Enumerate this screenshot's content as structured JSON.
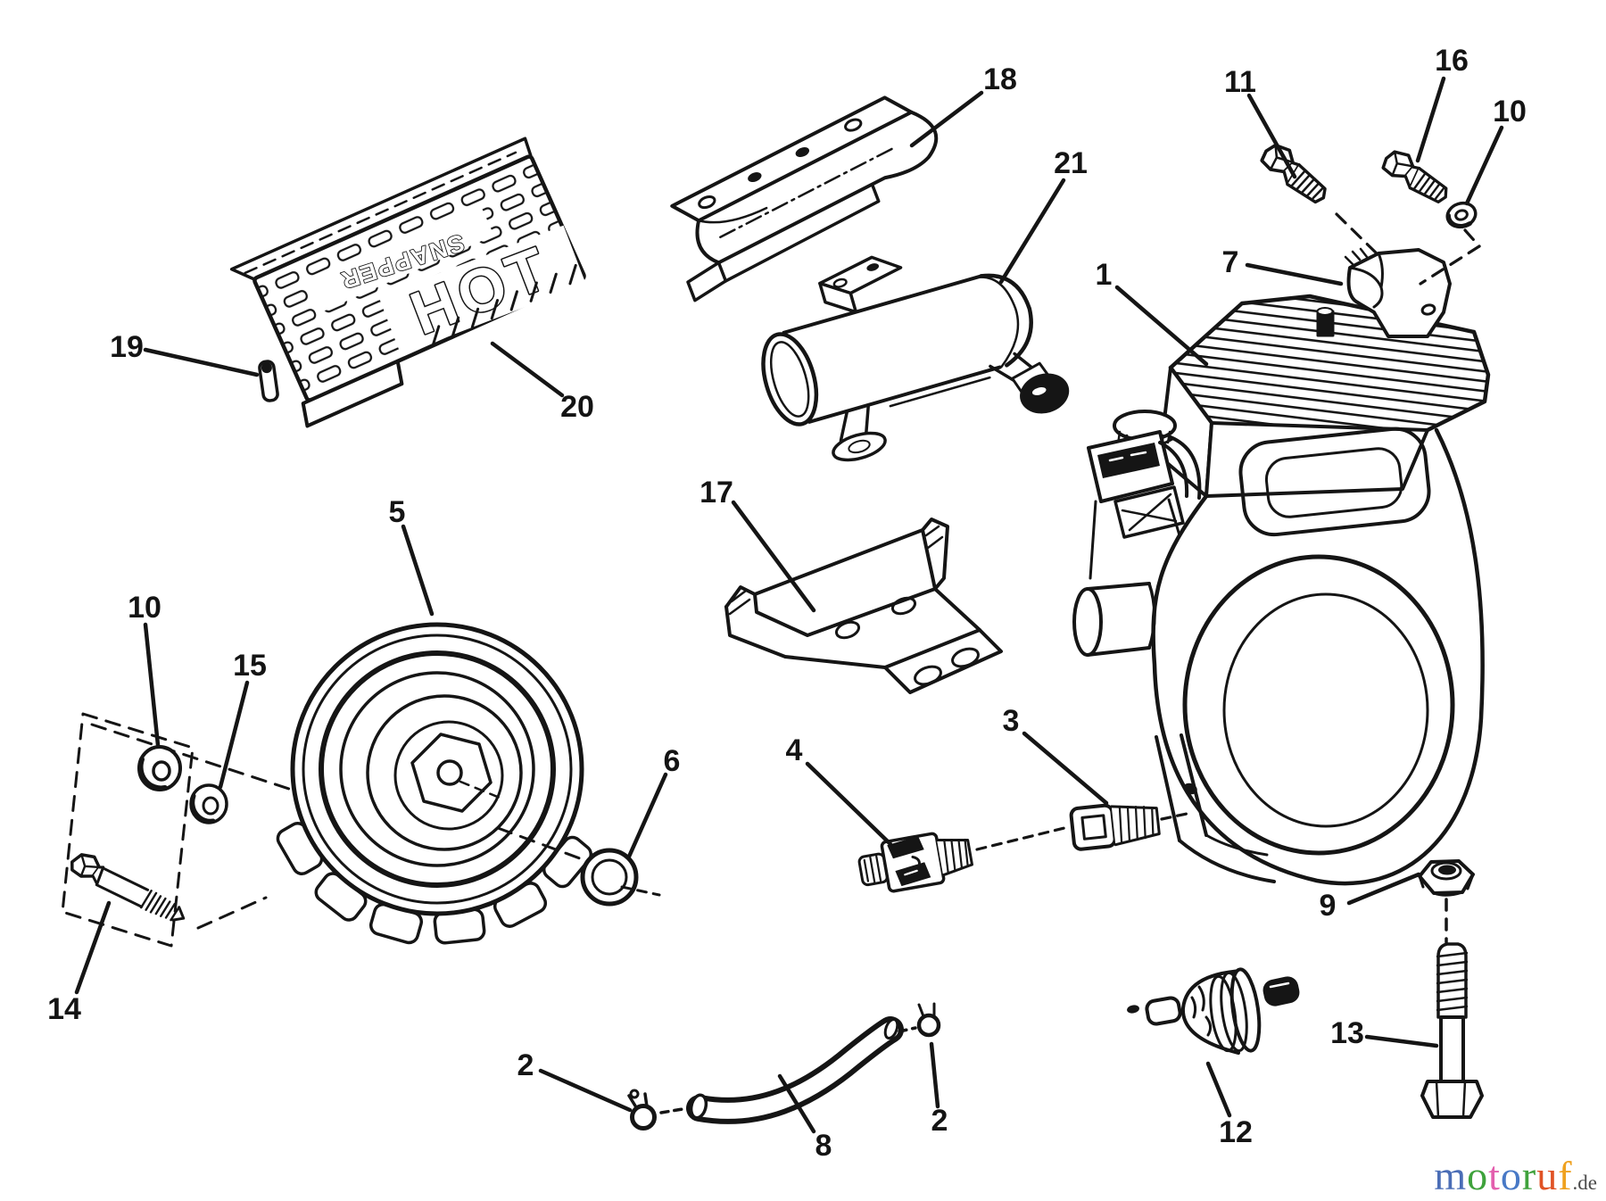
{
  "callouts": [
    {
      "label": "18"
    },
    {
      "label": "21"
    },
    {
      "label": "11"
    },
    {
      "label": "16"
    },
    {
      "label": "10"
    },
    {
      "label": "7"
    },
    {
      "label": "1"
    },
    {
      "label": "19"
    },
    {
      "label": "20"
    },
    {
      "label": "5"
    },
    {
      "label": "10"
    },
    {
      "label": "15"
    },
    {
      "label": "17"
    },
    {
      "label": "6"
    },
    {
      "label": "14"
    },
    {
      "label": "4"
    },
    {
      "label": "3"
    },
    {
      "label": "9"
    },
    {
      "label": "13"
    },
    {
      "label": "2"
    },
    {
      "label": "8"
    },
    {
      "label": "2"
    },
    {
      "label": "12"
    }
  ],
  "shield": {
    "brand": "SNAPPER",
    "warning": "HOT"
  },
  "watermark": {
    "letters": [
      {
        "char": "m",
        "color": "#4a6db6"
      },
      {
        "char": "o",
        "color": "#3fa23c"
      },
      {
        "char": "t",
        "color": "#e35fae"
      },
      {
        "char": "o",
        "color": "#4879c6"
      },
      {
        "char": "r",
        "color": "#3fa23c"
      },
      {
        "char": "u",
        "color": "#e05325"
      },
      {
        "char": "f",
        "color": "#efa11f"
      }
    ],
    "suffix": ".de",
    "suffix_color": "#4a4a4a"
  }
}
